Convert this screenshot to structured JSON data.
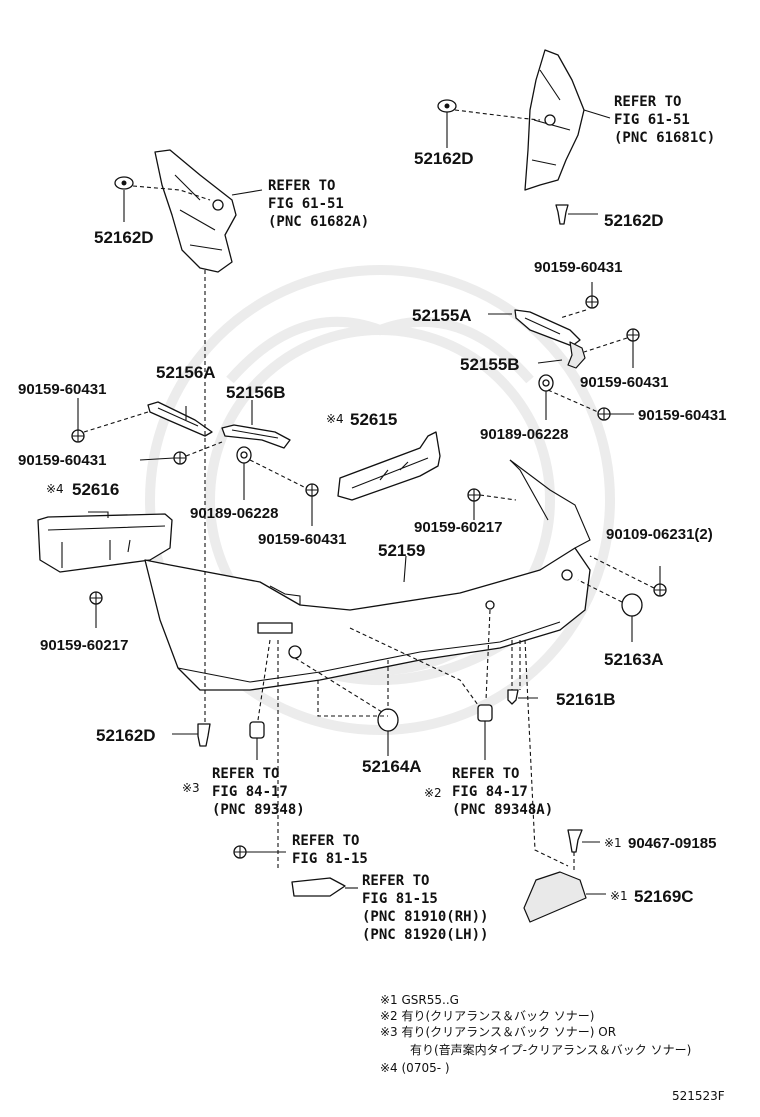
{
  "diagram": {
    "catalog_code": "521523F",
    "labels": {
      "pn_52162D_tl": "52162D",
      "pn_52162D_tr": "52162D",
      "pn_52162D_r2": "52162D",
      "pn_52162D_bl": "52162D",
      "pn_90159_60431_a": "90159-60431",
      "pn_52155A": "52155A",
      "pn_52155B": "52155B",
      "pn_90159_60431_b": "90159-60431",
      "pn_90159_60431_c": "90159-60431",
      "pn_90189_06228_r": "90189-06228",
      "pn_52156A": "52156A",
      "pn_52156B": "52156B",
      "pn_90159_60431_d": "90159-60431",
      "pn_90159_60431_e": "90159-60431",
      "pn_90189_06228_l": "90189-06228",
      "pn_90159_60431_f": "90159-60431",
      "mark_52615": "※4",
      "pn_52615": "52615",
      "mark_52616": "※4",
      "pn_52616": "52616",
      "pn_90159_60217_r": "90159-60217",
      "pn_52159": "52159",
      "pn_90109_06231": "90109-06231(2)",
      "pn_90159_60217_l": "90159-60217",
      "pn_52163A": "52163A",
      "pn_52161B": "52161B",
      "pn_52164A": "52164A",
      "mark_refL": "※3",
      "mark_refR": "※2",
      "mark_90467": "※1",
      "pn_90467_09185": "90467-09185",
      "mark_52169C": "※1",
      "pn_52169C": "52169C"
    },
    "refs": {
      "ref_tl_1": "REFER TO",
      "ref_tl_2": "FIG 61-51",
      "ref_tl_3": "(PNC 61682A)",
      "ref_tr_1": "REFER TO",
      "ref_tr_2": "FIG 61-51",
      "ref_tr_3": "(PNC 61681C)",
      "ref_bl_1": "REFER TO",
      "ref_bl_2": "FIG 84-17",
      "ref_bl_3": "(PNC 89348)",
      "ref_br_1": "REFER TO",
      "ref_br_2": "FIG 84-17",
      "ref_br_3": "(PNC 89348A)",
      "ref_81a_1": "REFER TO",
      "ref_81a_2": "FIG 81-15",
      "ref_81b_1": "REFER TO",
      "ref_81b_2": "FIG 81-15",
      "ref_81b_3": "(PNC 81910(RH))",
      "ref_81b_4": "(PNC 81920(LH))"
    },
    "notes": {
      "n1": "※1 GSR55..G",
      "n2": "※2 有り(クリアランス＆バック ソナー)",
      "n3": "※3 有り(クリアランス＆バック ソナー) OR",
      "n3b": "有り(音声案内タイプ-クリアランス＆バック ソナー)",
      "n4": "※4 (0705-        )"
    }
  }
}
